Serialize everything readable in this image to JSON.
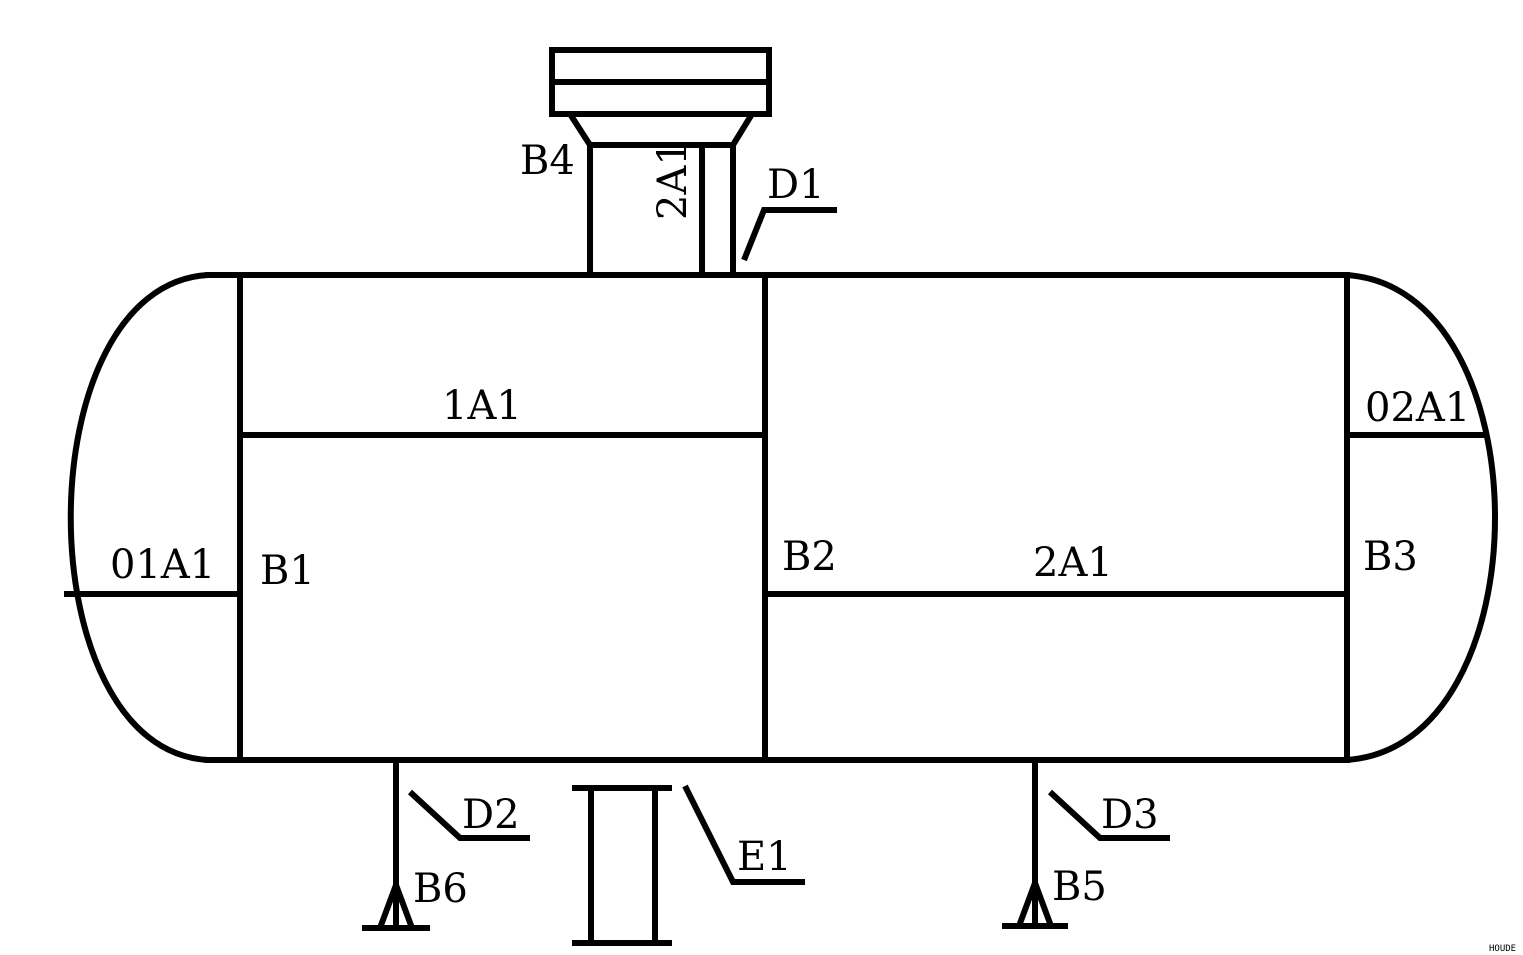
{
  "diagram": {
    "labels": {
      "b4": "B4",
      "nozzle_2a1": "2A1",
      "d1": "D1",
      "a1_1": "1A1",
      "a1_01": "01A1",
      "a1_02": "02A1",
      "b1": "B1",
      "b2": "B2",
      "a1_2": "2A1",
      "b3": "B3",
      "d2": "D2",
      "e1": "E1",
      "d3": "D3",
      "b6": "B6",
      "b5": "B5"
    },
    "watermark": "HOUDE",
    "colors": {
      "stroke": "#000000",
      "background": "#ffffff"
    }
  }
}
